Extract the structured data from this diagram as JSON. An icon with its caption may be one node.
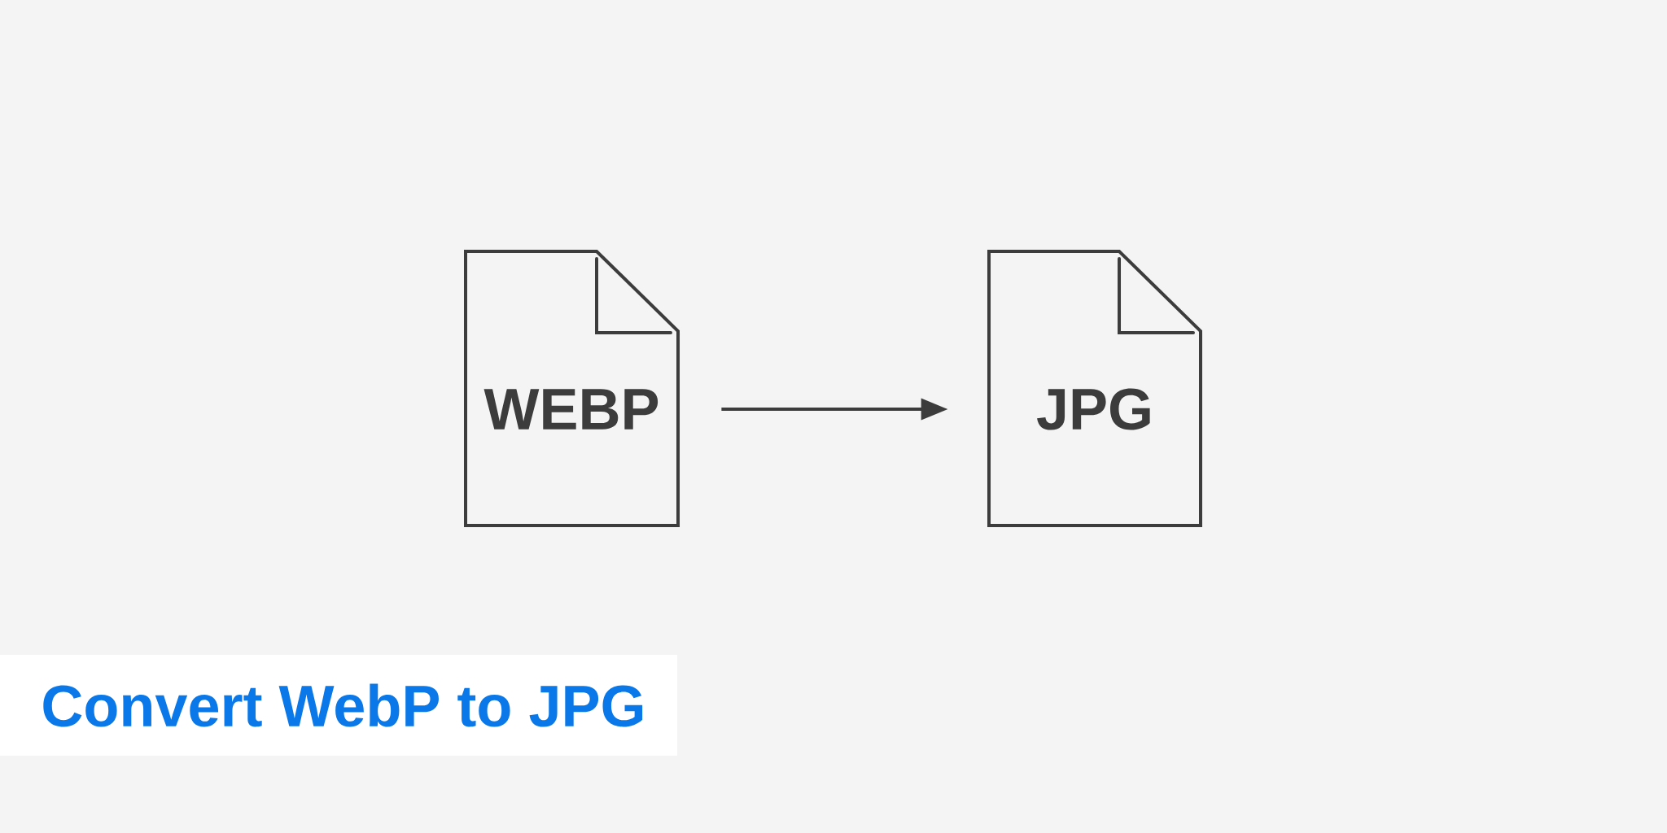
{
  "diagram": {
    "title": "Convert WebP to JPG",
    "nodes": [
      {
        "text": [
          "WEBP"
        ]
      },
      {
        "text": [
          "JPG"
        ]
      }
    ],
    "edges": [
      {
        "from": 0,
        "to": 1,
        "arrow": "to"
      }
    ]
  }
}
